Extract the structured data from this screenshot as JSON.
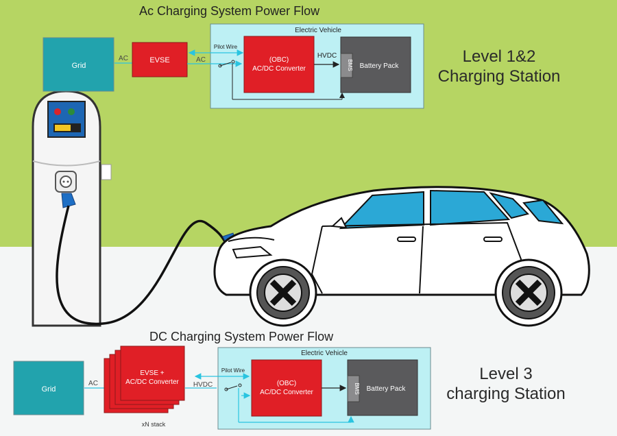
{
  "ac_system": {
    "title": "Ac Charging System Power Flow",
    "grid_label": "Grid",
    "grid_to_evse_label": "AC",
    "evse_label": "EVSE",
    "evse_to_ev_label": "AC",
    "pilot_wire_label": "Pilot Wire",
    "ev_label": "Electric Vehicle",
    "obc_line1": "(OBC)",
    "obc_line2": "AC/DC Converter",
    "hvdc_label": "HVDC",
    "bms_label": "BMS",
    "battery_label": "Battery Pack",
    "station_line1": "Level 1&2",
    "station_line2": "Charging Station"
  },
  "dc_system": {
    "title": "DC Charging System Power Flow",
    "grid_label": "Grid",
    "grid_to_evse_label": "AC",
    "evse_line1": "EVSE +",
    "evse_line2": "AC/DC Converter",
    "stack_label": "xN stack",
    "hvdc_label": "HVDC",
    "pilot_wire_label": "Pilot Wire",
    "ev_label": "Electric Vehicle",
    "obc_line1": "(OBC)",
    "obc_line2": "AC/DC Converter",
    "bms_label": "BMS",
    "battery_label": "Battery Pack",
    "station_line1": "Level 3",
    "station_line2": "charging Station"
  },
  "colors": {
    "background_top": "#b6d563",
    "background_bottom": "#f4f6f6",
    "grid_box": "#22a3ad",
    "evse_box": "#e01f26",
    "ev_panel": "#bdf0f4",
    "battery_box": "#5a5a5c",
    "flow_arrow": "#29c4e0"
  }
}
